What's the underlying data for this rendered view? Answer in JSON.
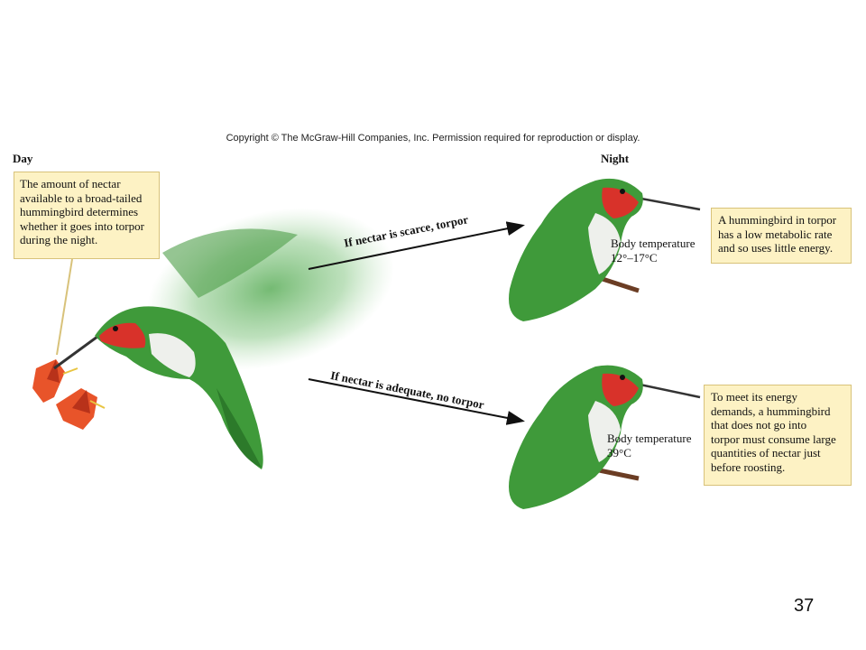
{
  "copyright": "Copyright © The McGraw-Hill Companies, Inc. Permission required for reproduction or display.",
  "day_label": "Day",
  "night_label": "Night",
  "day_callout": [
    "The amount of nectar",
    "available to a broad-tailed",
    "hummingbird determines",
    "whether it goes into torpor",
    "during the night."
  ],
  "arrow_scarce": "If nectar is scarce, torpor",
  "arrow_adequate": "If nectar is adequate, no torpor",
  "torpor_bird": {
    "temp_label": "Body temperature",
    "temp_value": "12°–17°C",
    "callout": [
      "A hummingbird in torpor",
      "has a low metabolic rate",
      "and so uses little energy."
    ]
  },
  "active_bird": {
    "temp_label": "Body temperature",
    "temp_value": "39°C",
    "callout": [
      "To meet its energy",
      "demands, a hummingbird",
      "that does not go into",
      "torpor must consume large",
      "quantities of nectar just",
      "before roosting."
    ]
  },
  "page_number": "37",
  "colors": {
    "callout_bg": "#fdf2c4",
    "feather_green": "#3f9a3a",
    "throat_red": "#d8322a",
    "flower_orange": "#e8542a"
  }
}
